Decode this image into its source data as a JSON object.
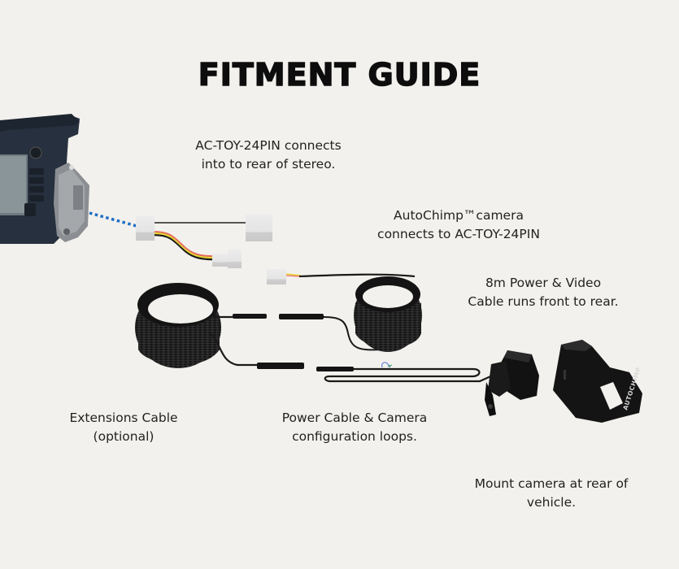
{
  "title": "FITMENT GUIDE",
  "captions": {
    "stereo": {
      "line1": "AC-TOY-24PIN connects",
      "line2": "into to rear of stereo."
    },
    "camera_connect": {
      "line1": "AutoChimp™camera",
      "line2": "connects to AC-TOY-24PIN"
    },
    "power_video": {
      "line1": "8m Power & Video",
      "line2": "Cable runs front to rear."
    },
    "extensions": {
      "line1": "Extensions Cable",
      "line2": "(optional)"
    },
    "loops": {
      "line1": "Power Cable & Camera",
      "line2": "configuration loops."
    },
    "mount": {
      "line1": "Mount camera at rear of",
      "line2": "vehicle."
    }
  },
  "mount_brand": "AUTOCHIMP",
  "colors": {
    "background": "#f3f1ed",
    "dotted_line": "#1f6fc5",
    "cable": "#1b1b1b",
    "connector": "#e2e2e2"
  }
}
